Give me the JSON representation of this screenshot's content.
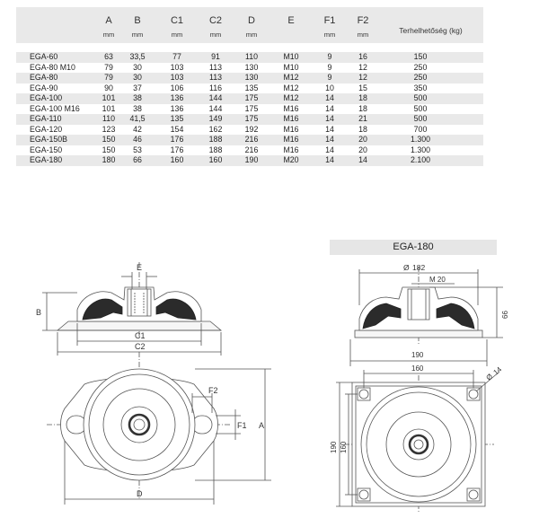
{
  "table": {
    "headers": [
      {
        "name": "",
        "unit": ""
      },
      {
        "name": "A",
        "unit": "mm"
      },
      {
        "name": "B",
        "unit": "mm"
      },
      {
        "name": "C1",
        "unit": "mm"
      },
      {
        "name": "C2",
        "unit": "mm"
      },
      {
        "name": "D",
        "unit": "mm"
      },
      {
        "name": "E",
        "unit": ""
      },
      {
        "name": "F1",
        "unit": "mm"
      },
      {
        "name": "F2",
        "unit": "mm"
      },
      {
        "name": "Terhelhetőség (kg)",
        "unit": ""
      }
    ],
    "rows": [
      [
        "EGA-60",
        "63",
        "33,5",
        "77",
        "91",
        "110",
        "M10",
        "9",
        "16",
        "150"
      ],
      [
        "EGA-80 M10",
        "79",
        "30",
        "103",
        "113",
        "130",
        "M10",
        "9",
        "12",
        "250"
      ],
      [
        "EGA-80",
        "79",
        "30",
        "103",
        "113",
        "130",
        "M12",
        "9",
        "12",
        "250"
      ],
      [
        "EGA-90",
        "90",
        "37",
        "106",
        "116",
        "135",
        "M12",
        "10",
        "15",
        "350"
      ],
      [
        "EGA-100",
        "101",
        "38",
        "136",
        "144",
        "175",
        "M12",
        "14",
        "18",
        "500"
      ],
      [
        "EGA-100 M16",
        "101",
        "38",
        "136",
        "144",
        "175",
        "M16",
        "14",
        "18",
        "500"
      ],
      [
        "EGA-110",
        "110",
        "41,5",
        "135",
        "149",
        "175",
        "M16",
        "14",
        "21",
        "500"
      ],
      [
        "EGA-120",
        "123",
        "42",
        "154",
        "162",
        "192",
        "M16",
        "14",
        "18",
        "700"
      ],
      [
        "EGA-150B",
        "150",
        "46",
        "176",
        "188",
        "216",
        "M16",
        "14",
        "20",
        "1.300"
      ],
      [
        "EGA-150",
        "150",
        "53",
        "176",
        "188",
        "216",
        "M16",
        "14",
        "20",
        "1.300"
      ],
      [
        "EGA-180",
        "180",
        "66",
        "160",
        "160",
        "190",
        "M20",
        "14",
        "14",
        "2.100"
      ]
    ]
  },
  "left_drawing": {
    "labels": {
      "E": "E",
      "B": "B",
      "C1": "C1",
      "C2": "C2",
      "F2": "F2",
      "F1": "F1",
      "A": "A",
      "D": "D"
    }
  },
  "right_drawing": {
    "title": "EGA-180",
    "labels": {
      "diameter_182": "182",
      "thread": "M 20",
      "height": "66",
      "width_190": "190",
      "width_160": "160",
      "hole": "14",
      "height_190": "190",
      "height_160": "160"
    }
  }
}
